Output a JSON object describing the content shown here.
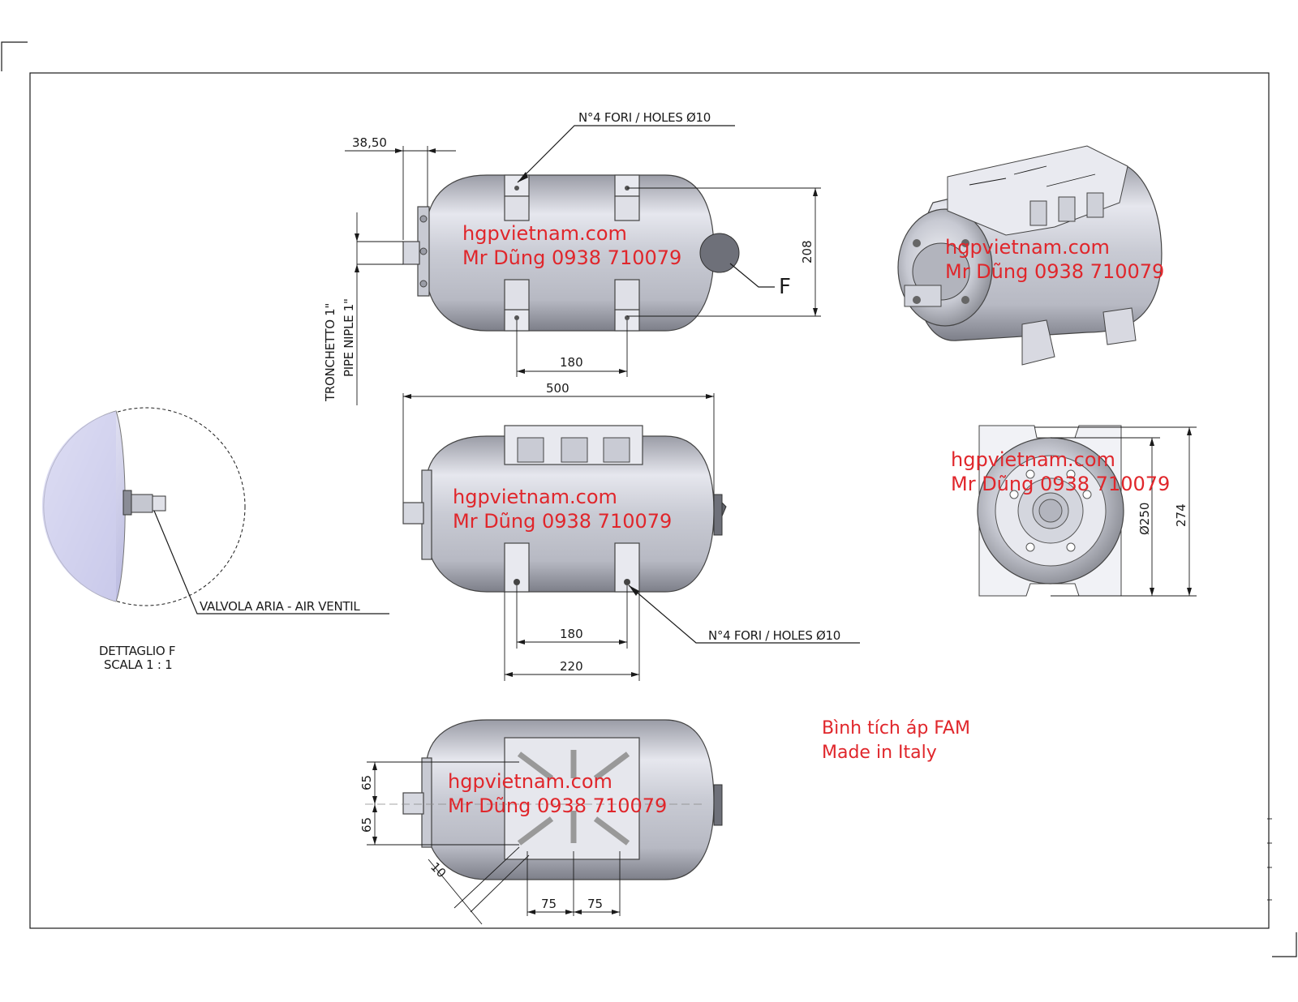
{
  "drawing": {
    "top_view": {
      "holes_note": "N°4 FORI / HOLES Ø10",
      "dim_38": "38,50",
      "dim_208": "208",
      "dim_180": "180",
      "pipe_label_it": "TRONCHETTO 1\"",
      "pipe_label_en": "PIPE NIPLE 1\"",
      "detail_marker": "F"
    },
    "front_view": {
      "dim_500": "500",
      "dim_180": "180",
      "dim_220": "220",
      "holes_note": "N°4 FORI / HOLES Ø10"
    },
    "detail_f": {
      "valve_label": "VALVOLA ARIA - AIR VENTIL",
      "title": "DETTAGLIO F",
      "scale": "SCALA 1 : 1"
    },
    "side_view": {
      "dim_250": "Ø250",
      "dim_274": "274"
    },
    "bottom_view": {
      "dim_65a": "65",
      "dim_65b": "65",
      "dim_10": "10",
      "dim_75a": "75",
      "dim_75b": "75"
    },
    "product": {
      "line1": "Bình tích áp FAM",
      "line2": "Made in Italy"
    },
    "watermark": {
      "site": "hgpvietnam.com",
      "contact": "Mr Dũng 0938 710079"
    }
  },
  "colors": {
    "watermark": "#e0262b",
    "steel_light": "#d9dbe3",
    "steel_dark": "#8a8c96",
    "lines": "#1a1a1a"
  }
}
